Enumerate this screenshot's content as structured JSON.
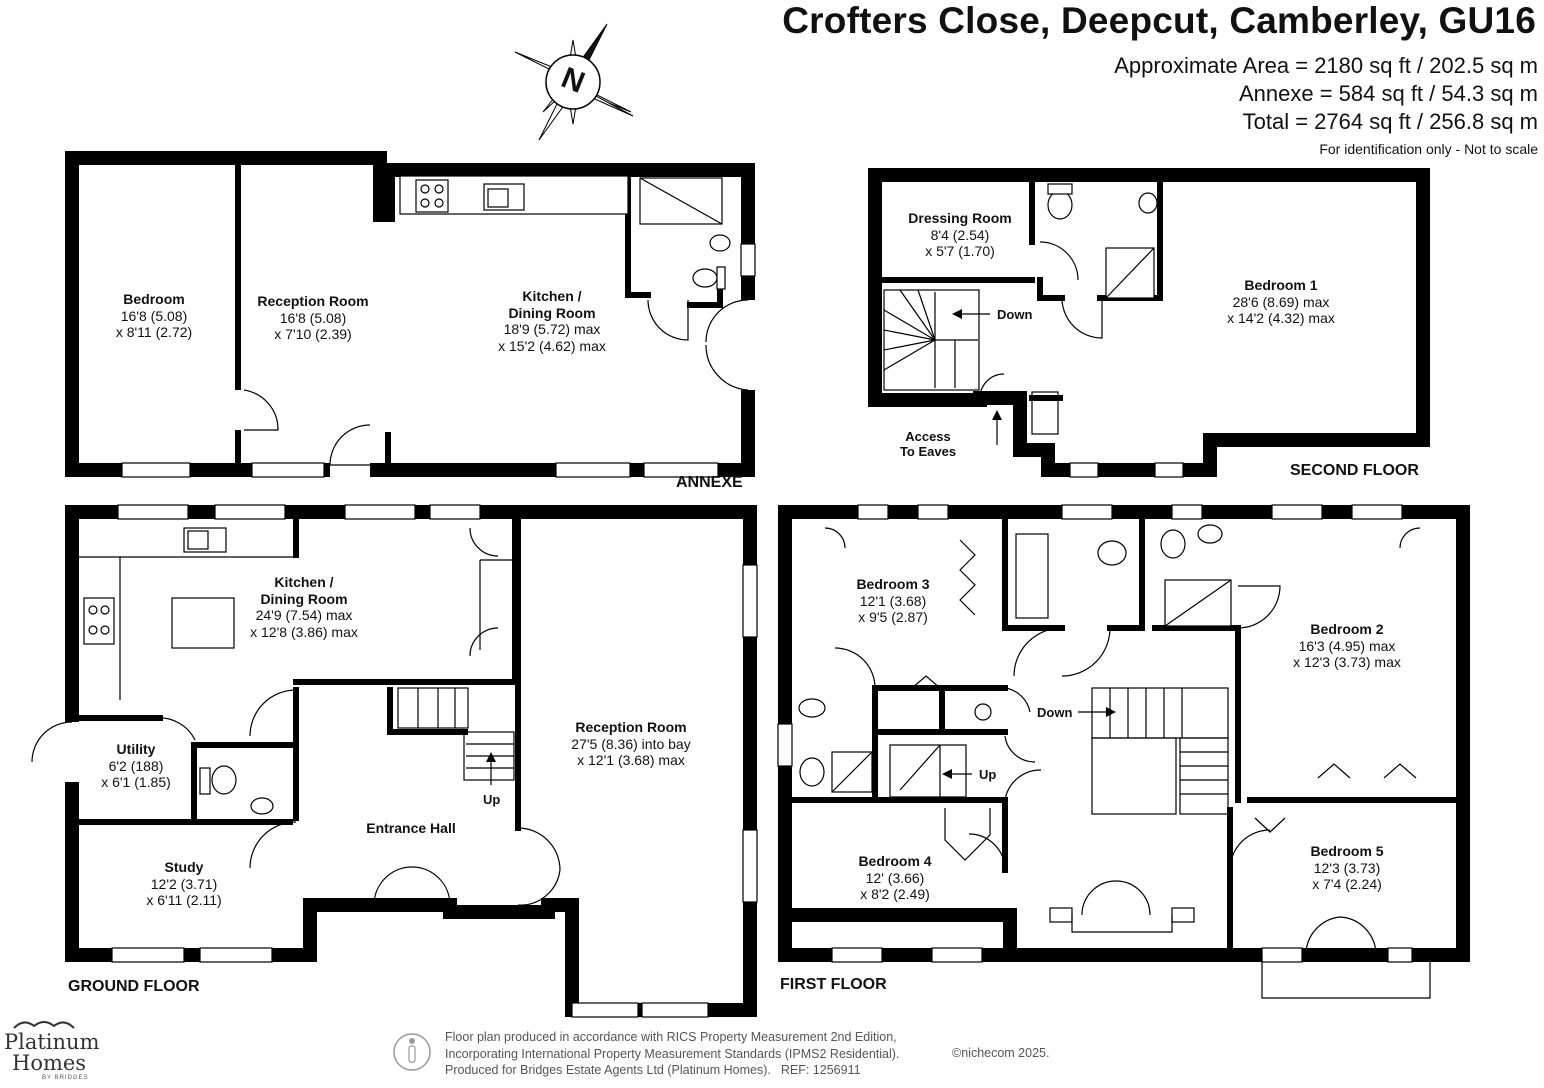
{
  "header": {
    "title": "Crofters Close, Deepcut, Camberley, GU16",
    "area_lines": [
      "Approximate Area = 2180 sq ft / 202.5 sq m",
      "Annexe = 584 sq ft / 54.3 sq m",
      "Total = 2764 sq ft / 256.8 sq m"
    ],
    "note": "For identification only - Not to scale"
  },
  "compass": {
    "letter": "N"
  },
  "floors": {
    "annexe": {
      "label": "ANNEXE",
      "rooms": [
        {
          "name": "Bedroom",
          "dims": [
            "16'8 (5.08)",
            "x 8'11 (2.72)"
          ]
        },
        {
          "name": "Reception Room",
          "dims": [
            "16'8 (5.08)",
            "x 7'10 (2.39)"
          ]
        },
        {
          "name": "Kitchen /",
          "name2": "Dining Room",
          "dims": [
            "18'9 (5.72) max",
            "x 15'2 (4.62) max"
          ]
        }
      ]
    },
    "second": {
      "label": "SECOND FLOOR",
      "rooms": [
        {
          "name": "Dressing Room",
          "dims": [
            "8'4 (2.54)",
            "x 5'7 (1.70)"
          ]
        },
        {
          "name": "Bedroom 1",
          "dims": [
            "28'6 (8.69) max",
            "x 14'2 (4.32) max"
          ]
        }
      ],
      "stairs_label": "Down",
      "eaves_label": [
        "Access",
        "To Eaves"
      ]
    },
    "ground": {
      "label": "GROUND FLOOR",
      "rooms": [
        {
          "name": "Kitchen /",
          "name2": "Dining Room",
          "dims": [
            "24'9 (7.54) max",
            "x 12'8 (3.86) max"
          ]
        },
        {
          "name": "Utility",
          "dims": [
            "6'2 (188)",
            "x 6'1 (1.85)"
          ]
        },
        {
          "name": "Study",
          "dims": [
            "12'2 (3.71)",
            "x 6'11 (2.11)"
          ]
        },
        {
          "name": "Entrance Hall",
          "dims": []
        },
        {
          "name": "Reception Room",
          "dims": [
            "27'5 (8.36) into bay",
            "x 12'1 (3.68) max"
          ]
        }
      ],
      "stairs_label": "Up"
    },
    "first": {
      "label": "FIRST FLOOR",
      "rooms": [
        {
          "name": "Bedroom 3",
          "dims": [
            "12'1 (3.68)",
            "x 9'5 (2.87)"
          ]
        },
        {
          "name": "Bedroom 2",
          "dims": [
            "16'3 (4.95) max",
            "x 12'3 (3.73) max"
          ]
        },
        {
          "name": "Bedroom 4",
          "dims": [
            "12' (3.66)",
            "x 8'2 (2.49)"
          ]
        },
        {
          "name": "Bedroom 5",
          "dims": [
            "12'3 (3.73)",
            "x 7'4 (2.24)"
          ]
        }
      ],
      "stairs_down": "Down",
      "stairs_up": "Up"
    }
  },
  "footer": {
    "lines": [
      "Floor plan produced in accordance with RICS Property Measurement 2nd Edition,",
      "Incorporating International Property Measurement Standards (IPMS2 Residential).",
      "Produced for Bridges Estate Agents Ltd (Platinum Homes)."
    ],
    "ref": "REF: 1256911",
    "copyright": "©nichecom 2025."
  },
  "brand": {
    "line1": "Platinum",
    "line2": "Homes",
    "sub": "BY BRIDGES"
  }
}
